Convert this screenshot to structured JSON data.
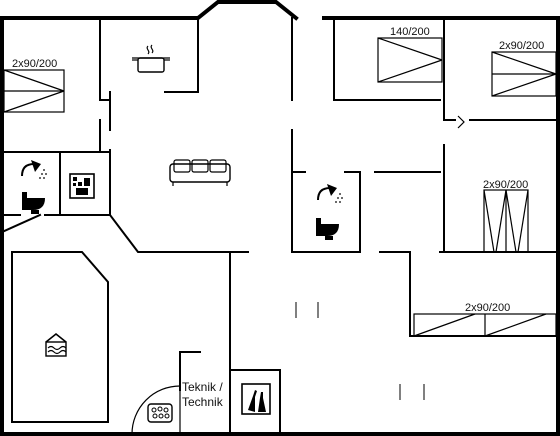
{
  "labels": {
    "bed_top_left": "2x90/200",
    "bed_top_mid": "140/200",
    "bed_top_right": "2x90/200",
    "bed_mid_right": "2x90/200",
    "bed_bottom_right": "2x90/200",
    "technik_line1": "Teknik /",
    "technik_line2": "Technik"
  },
  "icons": [
    "kitchen-pot-icon",
    "sofa-icon",
    "shower-icon",
    "toilet-icon",
    "washing-machine-icon",
    "pool-icon",
    "sauna-icon",
    "wine-bottles-icon"
  ]
}
